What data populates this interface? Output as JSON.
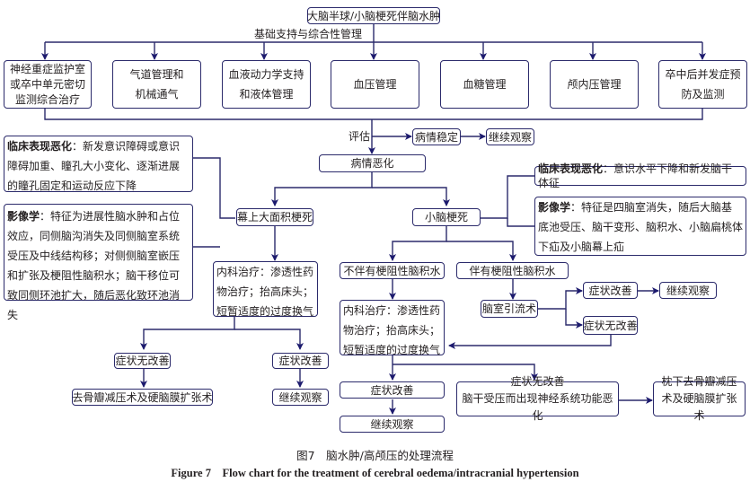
{
  "root": "大脑半球/小脑梗死伴脑水肿",
  "basic_support_label": "基础支持与综合性管理",
  "management_boxes": [
    "神经重症监护室或卒中单元密切监测综合治疗",
    "气道管理和机械通气",
    "血液动力学支持和液体管理",
    "血压管理",
    "血糖管理",
    "颅内压管理",
    "卒中后并发症预防及监测"
  ],
  "assess_label": "评估",
  "stable": "病情稳定",
  "continue_observe": "继续观察",
  "worsening": "病情恶化",
  "supratentorial": {
    "title": "幕上大面积梗死",
    "clinical_label": "临床表现恶化",
    "clinical_text": "：新发意识障碍或意识障碍加重、瞳孔大小变化、逐渐进展的瞳孔固定和运动反应下降",
    "imaging_label": "影像学",
    "imaging_text": "：特征为进展性脑水肿和占位效应，同侧脑沟消失及同侧脑室系统受压及中线结构移；对侧侧脑室嵌压和扩张及梗阻性脑积水；脑干移位可致同侧环池扩大，随后恶化致环池消失",
    "medical": "内科治疗：渗透性药物治疗；抬高床头；短暂适度的过度换气",
    "no_improve": "症状无改善",
    "improve": "症状改善",
    "surgery": "去骨瓣减压术及硬脑膜扩张术",
    "observe": "继续观察"
  },
  "cerebellar": {
    "title": "小脑梗死",
    "clinical_label": "临床表现恶化",
    "clinical_text": "：意识水平下降和新发脑干体征",
    "imaging_label": "影像学",
    "imaging_text": "：特征是四脑室消失，随后大脑基底池受压、脑干变形、脑积水、小脑扁桃体下疝及小脑幕上疝",
    "without_hydro": "不伴有梗阻性脑积水",
    "with_hydro": "伴有梗阻性脑积水",
    "medical": "内科治疗：渗透性药物治疗；抬高床头；短暂适度的过度换气",
    "drainage": "脑室引流术",
    "drain_improve": "症状改善",
    "drain_observe": "继续观察",
    "drain_no_improve": "症状无改善",
    "improve": "症状改善",
    "observe": "继续观察",
    "no_improve": "症状无改善",
    "no_improve_detail": "脑干受压而出现神经系统功能恶化",
    "surgery": "枕下去骨瓣减压术及硬脑膜扩张术"
  },
  "caption_cn": "图7　脑水肿/高颅压的处理流程",
  "caption_en": "Figure 7　Flow chart for the treatment of cerebral oedema/intracranial hypertension",
  "colors": {
    "line": "#2b2a6b",
    "arrow": "#1c1a6e"
  }
}
